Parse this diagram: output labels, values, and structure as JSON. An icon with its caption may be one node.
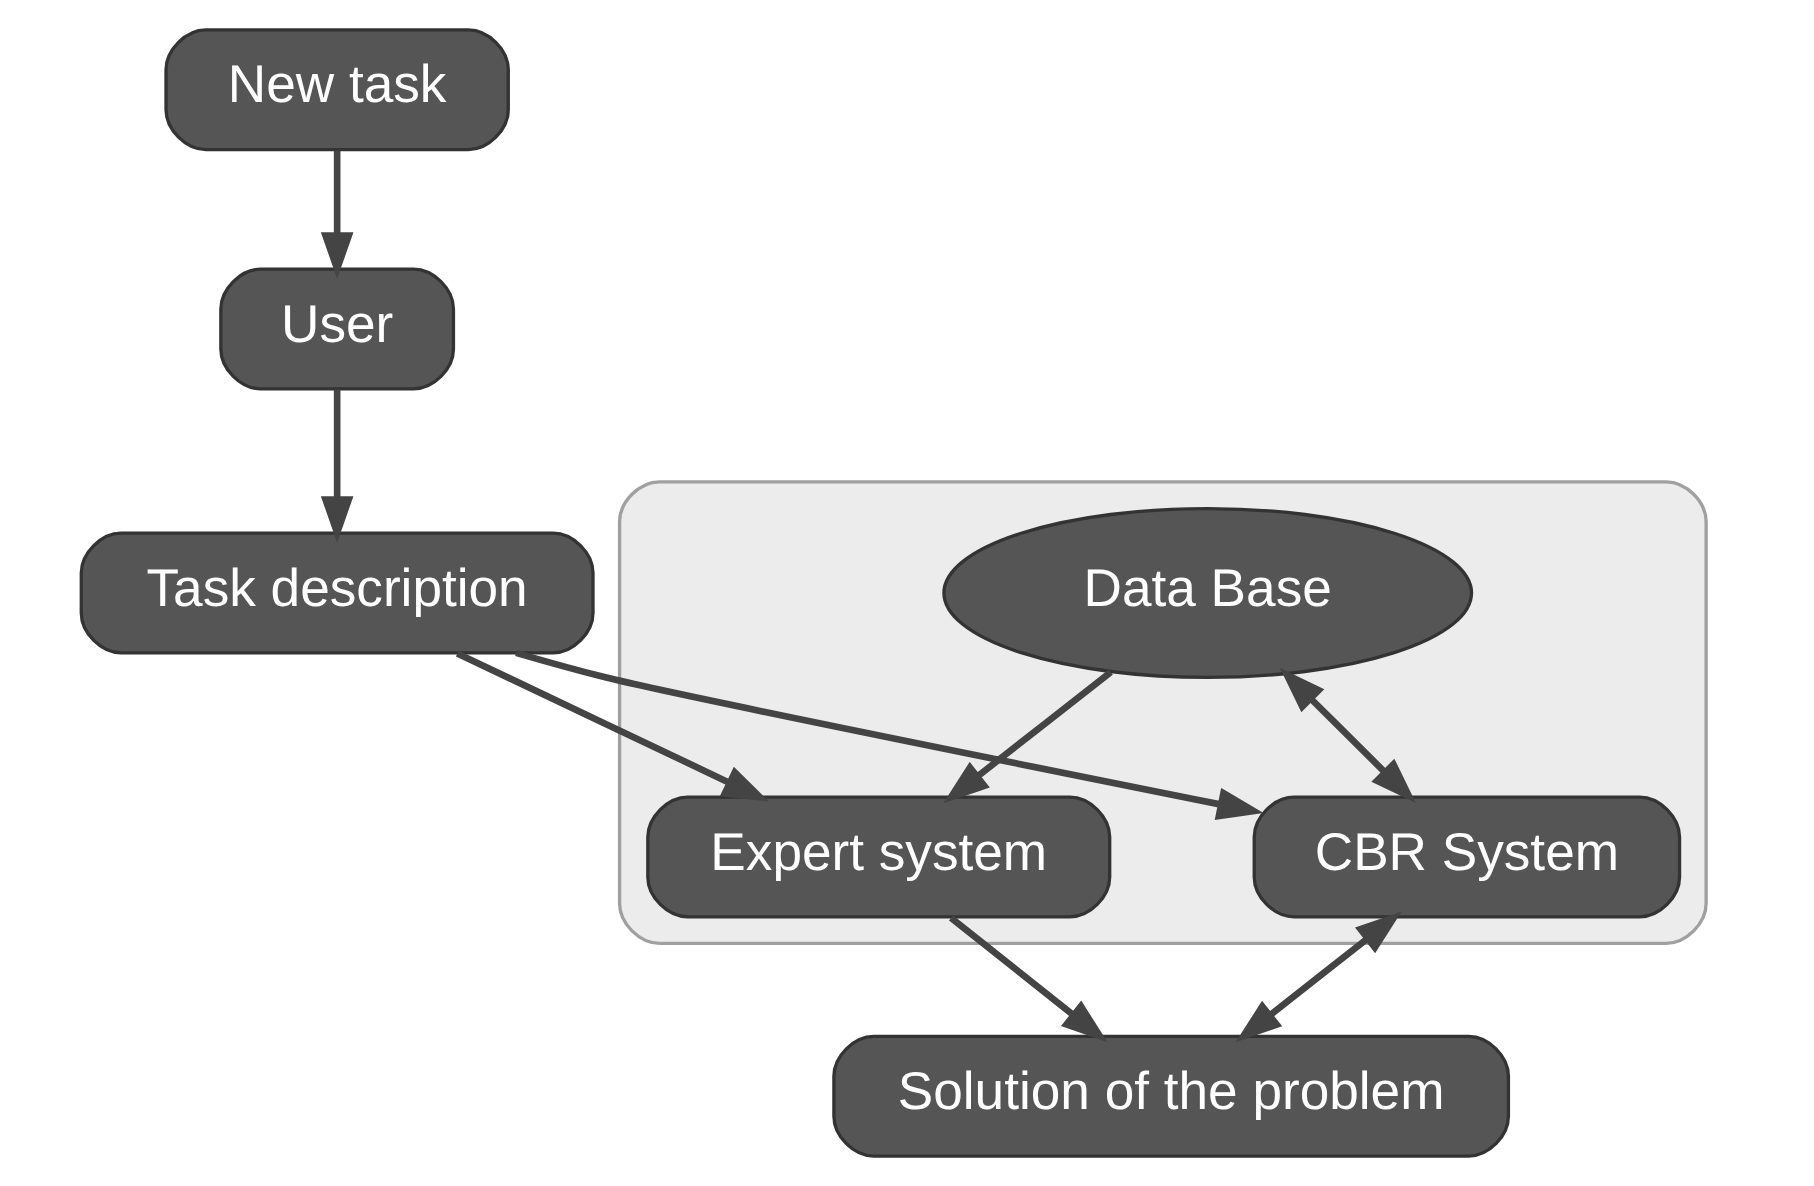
{
  "diagram": {
    "nodes": [
      {
        "text": [
          "New task"
        ]
      },
      {
        "text": [
          "User"
        ]
      },
      {
        "text": [
          "Task description"
        ]
      },
      {
        "text": [],
        "shape": "box"
      },
      {
        "text": [
          "Expert system"
        ],
        "in": 3
      },
      {
        "text": [
          "Data Base"
        ],
        "in": 3
      },
      {
        "text": [
          "CBR System"
        ],
        "in": 3
      },
      {
        "text": [
          "Solution of the problem"
        ]
      }
    ],
    "edges": [
      {
        "from": 0,
        "to": 1,
        "arrow": "to"
      },
      {
        "from": 1,
        "to": 2,
        "arrow": "to"
      },
      {
        "from": 2,
        "to": 4,
        "arrow": "to"
      },
      {
        "from": 2,
        "to": 6,
        "arrow": "to"
      },
      {
        "from": 5,
        "to": 4,
        "arrow": "to"
      },
      {
        "from": 5,
        "to": 6,
        "arrow": "both"
      },
      {
        "from": 4,
        "to": 7,
        "arrow": "to"
      },
      {
        "from": 6,
        "to": 7,
        "arrow": "both"
      }
    ]
  }
}
